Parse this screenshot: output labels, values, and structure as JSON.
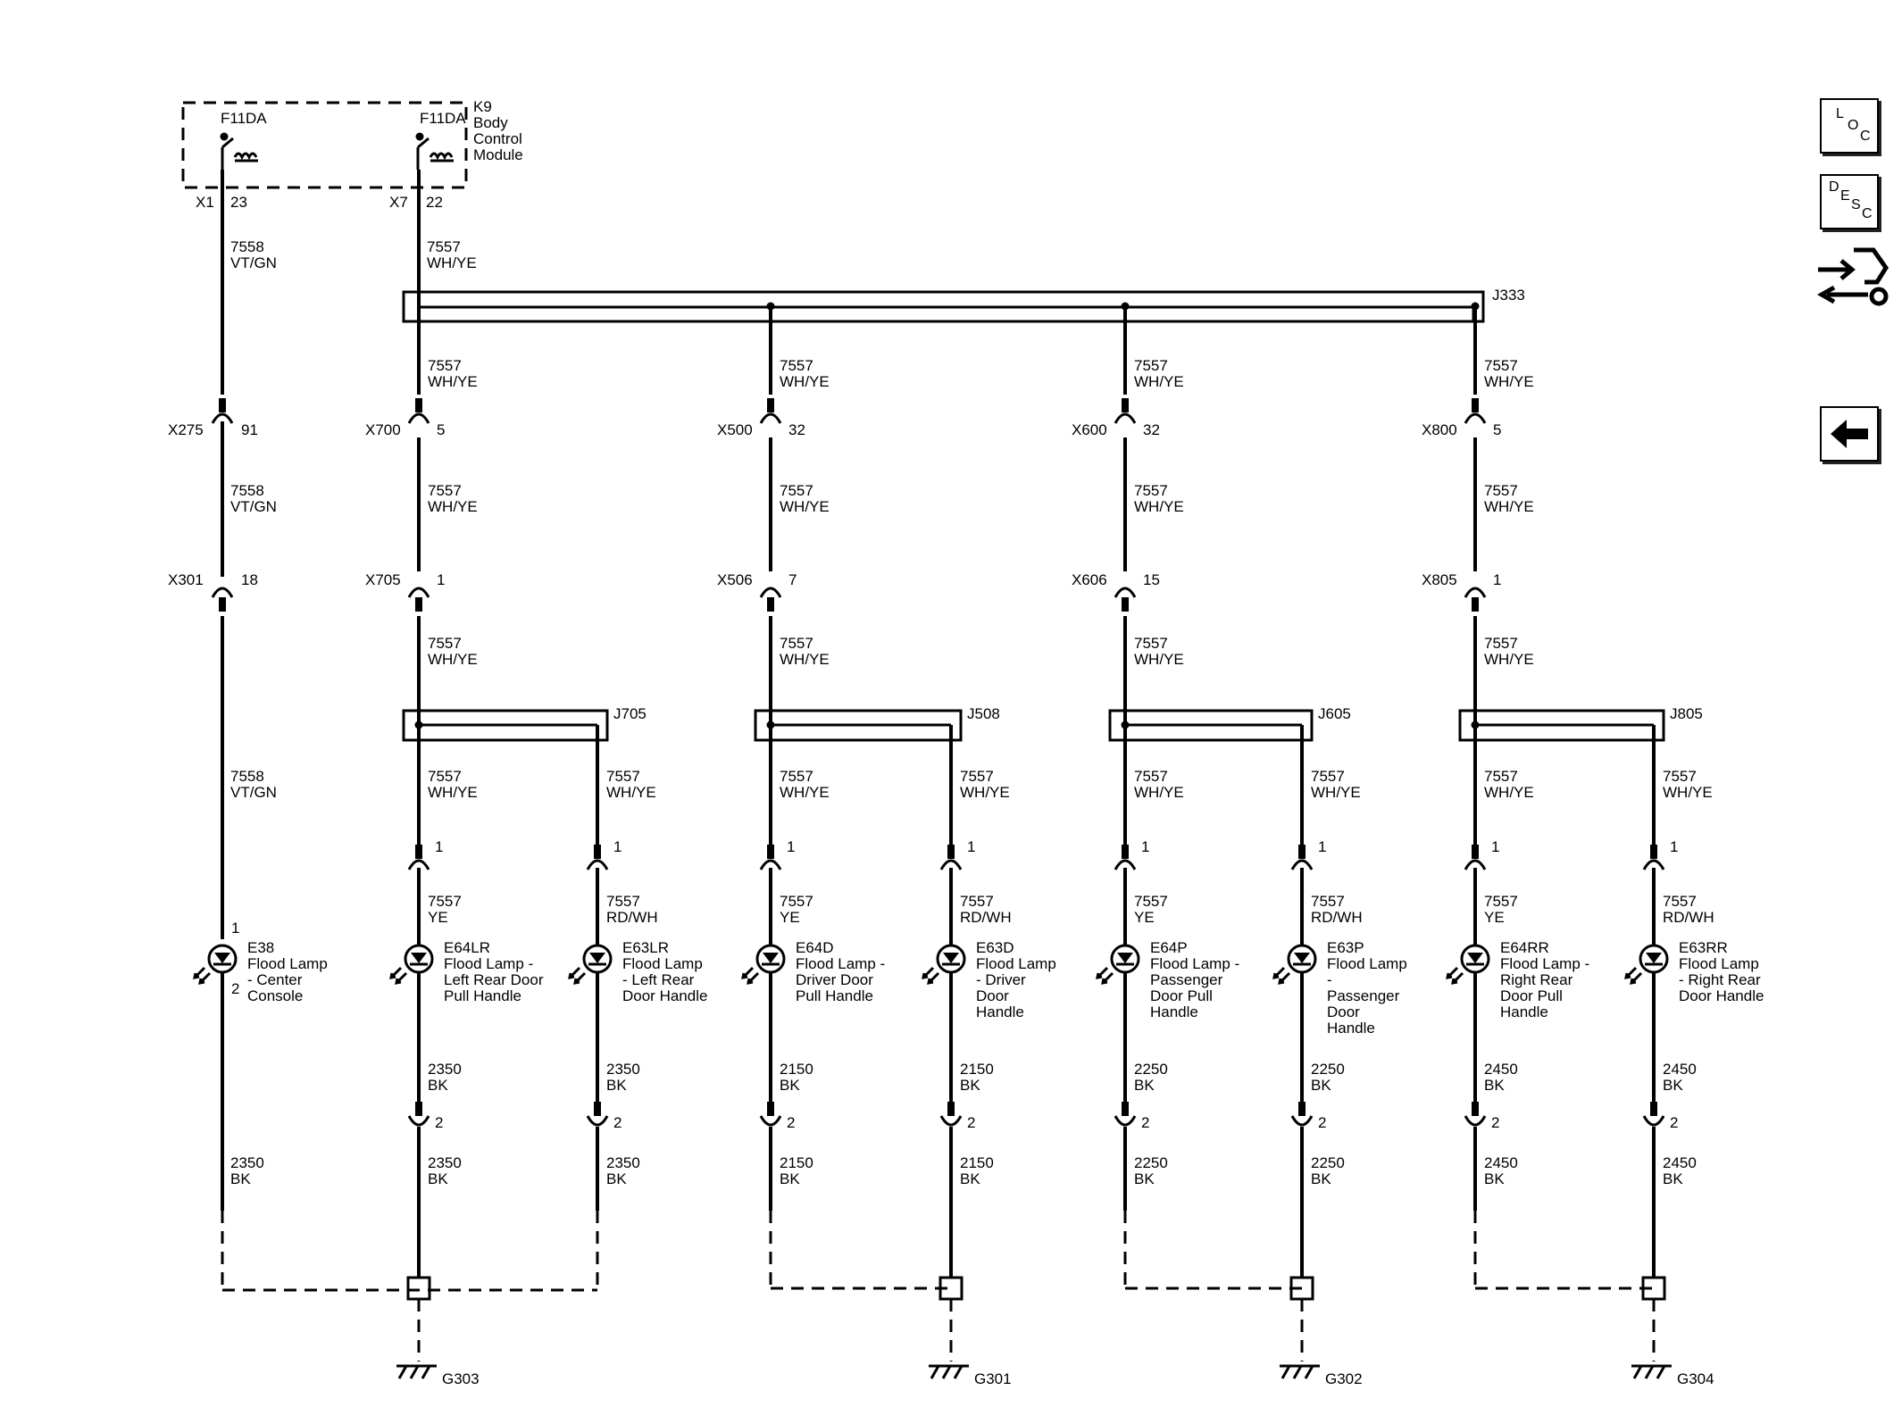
{
  "module": {
    "name": "K9",
    "lines": [
      "Body",
      "Control",
      "Module"
    ],
    "fuse1": "F11DA",
    "fuse2": "F11DA",
    "conn1": "X1",
    "pin1": "23",
    "conn2": "X7",
    "pin2": "22"
  },
  "splice_main": "J333",
  "center": {
    "circuit": "7558",
    "color": "VT/GN",
    "ground_circuit": "2350",
    "ground_color": "BK",
    "inline1": {
      "name": "X275",
      "pin": "91"
    },
    "inline2": {
      "name": "X301",
      "pin": "18"
    },
    "lamp": {
      "id": "E38",
      "lines": [
        "Flood Lamp",
        "- Center",
        "Console"
      ],
      "pin_top": "1",
      "pin_bot": "2"
    }
  },
  "groups": [
    {
      "circuit": "7557",
      "color": "WH/YE",
      "inline1": {
        "name": "X700",
        "pin": "5"
      },
      "inline2": {
        "name": "X705",
        "pin": "1"
      },
      "splice": "J705",
      "lamps": [
        {
          "id": "E64LR",
          "lines": [
            "Flood Lamp -",
            "Left Rear Door",
            "Pull Handle"
          ],
          "wire_circuit": "7557",
          "wire_color": "YE",
          "pin_top": "1",
          "pin_bot": "2",
          "gnd_circuit": "2350",
          "gnd_color": "BK"
        },
        {
          "id": "E63LR",
          "lines": [
            "Flood Lamp",
            "- Left Rear",
            "Door Handle"
          ],
          "wire_circuit": "7557",
          "wire_color": "RD/WH",
          "pin_top": "1",
          "pin_bot": "2",
          "gnd_circuit": "2350",
          "gnd_color": "BK"
        }
      ],
      "ground": "G303"
    },
    {
      "circuit": "7557",
      "color": "WH/YE",
      "inline1": {
        "name": "X500",
        "pin": "32"
      },
      "inline2": {
        "name": "X506",
        "pin": "7"
      },
      "splice": "J508",
      "lamps": [
        {
          "id": "E64D",
          "lines": [
            "Flood Lamp -",
            "Driver Door",
            "Pull Handle"
          ],
          "wire_circuit": "7557",
          "wire_color": "YE",
          "pin_top": "1",
          "pin_bot": "2",
          "gnd_circuit": "2150",
          "gnd_color": "BK"
        },
        {
          "id": "E63D",
          "lines": [
            "Flood Lamp",
            "- Driver",
            "Door",
            "Handle"
          ],
          "wire_circuit": "7557",
          "wire_color": "RD/WH",
          "pin_top": "1",
          "pin_bot": "2",
          "gnd_circuit": "2150",
          "gnd_color": "BK"
        }
      ],
      "ground": "G301"
    },
    {
      "circuit": "7557",
      "color": "WH/YE",
      "inline1": {
        "name": "X600",
        "pin": "32"
      },
      "inline2": {
        "name": "X606",
        "pin": "15"
      },
      "splice": "J605",
      "lamps": [
        {
          "id": "E64P",
          "lines": [
            "Flood Lamp -",
            "Passenger",
            "Door Pull",
            "Handle"
          ],
          "wire_circuit": "7557",
          "wire_color": "YE",
          "pin_top": "1",
          "pin_bot": "2",
          "gnd_circuit": "2250",
          "gnd_color": "BK"
        },
        {
          "id": "E63P",
          "lines": [
            "Flood Lamp",
            "-",
            "Passenger",
            "Door",
            "Handle"
          ],
          "wire_circuit": "7557",
          "wire_color": "RD/WH",
          "pin_top": "1",
          "pin_bot": "2",
          "gnd_circuit": "2250",
          "gnd_color": "BK"
        }
      ],
      "ground": "G302"
    },
    {
      "circuit": "7557",
      "color": "WH/YE",
      "inline1": {
        "name": "X800",
        "pin": "5"
      },
      "inline2": {
        "name": "X805",
        "pin": "1"
      },
      "splice": "J805",
      "lamps": [
        {
          "id": "E64RR",
          "lines": [
            "Flood Lamp -",
            "Right Rear",
            "Door Pull",
            "Handle"
          ],
          "wire_circuit": "7557",
          "wire_color": "YE",
          "pin_top": "1",
          "pin_bot": "2",
          "gnd_circuit": "2450",
          "gnd_color": "BK"
        },
        {
          "id": "E63RR",
          "lines": [
            "Flood Lamp",
            "- Right Rear",
            "Door Handle"
          ],
          "wire_circuit": "7557",
          "wire_color": "RD/WH",
          "pin_top": "1",
          "pin_bot": "2",
          "gnd_circuit": "2450",
          "gnd_color": "BK"
        }
      ],
      "ground": "G304"
    }
  ],
  "nav": {
    "loc": [
      "L",
      "O",
      "C"
    ],
    "desc": [
      "D",
      "E",
      "S",
      "C"
    ],
    "connector_icon": "connector-wrench-icon",
    "back_icon": "back-arrow-icon"
  }
}
